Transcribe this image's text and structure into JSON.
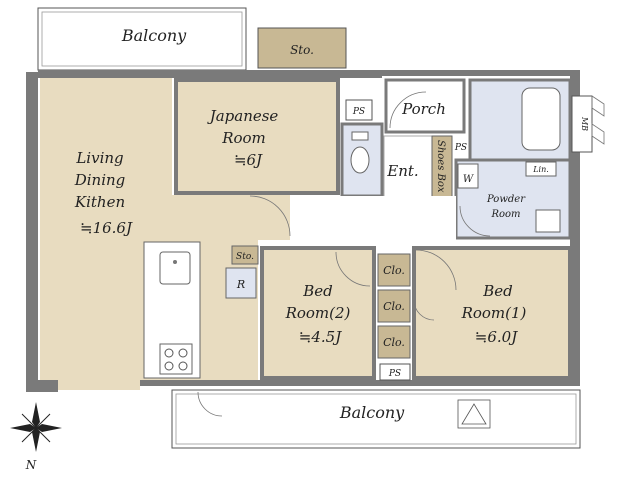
{
  "rooms": {
    "balcony_top": "Balcony",
    "storage_top": "Sto.",
    "japanese_room": {
      "line1": "Japanese",
      "line2": "Room",
      "line3": "≒6J"
    },
    "ps_top_left": "PS",
    "porch": "Porch",
    "mb": "MB",
    "ldk": {
      "line1": "Living",
      "line2": "Dining",
      "line3": "Kithen",
      "line4": "≒16.6J"
    },
    "entrance": "Ent.",
    "shoes_box": "Shoes Box",
    "ps_mid": "PS",
    "w": "W",
    "lin": "Lin.",
    "powder_room": {
      "line1": "Powder",
      "line2": "Room"
    },
    "sto_small": "Sto.",
    "refrigerator": "R",
    "bed2": {
      "line1": "Bed",
      "line2": "Room(2)",
      "line3": "≒4.5J"
    },
    "clo1": "Clo.",
    "clo2": "Clo.",
    "clo3": "Clo.",
    "bed1": {
      "line1": "Bed",
      "line2": "Room(1)",
      "line3": "≒6.0J"
    },
    "ps_bottom": "PS",
    "balcony_bottom": "Balcony"
  },
  "compass": {
    "north": "N"
  },
  "colors": {
    "room_fill": "#e8dcc0",
    "storage_fill": "#c8b894",
    "wet_fill": "#dfe4f0",
    "wall": "#6e6e6e"
  }
}
